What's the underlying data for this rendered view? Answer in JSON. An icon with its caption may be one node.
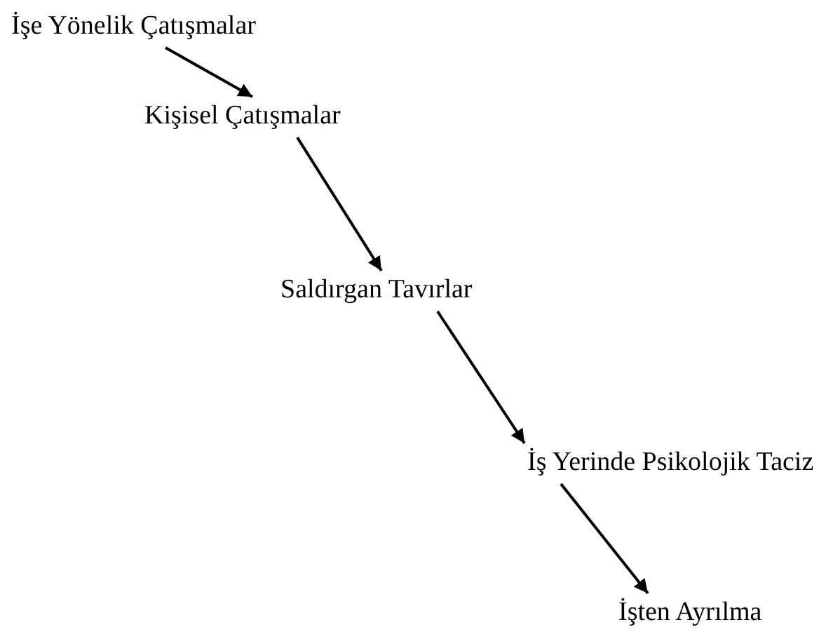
{
  "diagram": {
    "nodes": [
      {
        "text": [
          "İşe Yönelik Çatışmalar"
        ]
      },
      {
        "text": [
          "Kişisel Çatışmalar"
        ]
      },
      {
        "text": [
          "Saldırgan Tavırlar"
        ]
      },
      {
        "text": [
          "İş Yerinde Psikolojik Taciz"
        ]
      },
      {
        "text": [
          "İşten Ayrılma"
        ]
      }
    ],
    "edges": [
      {
        "from": 0,
        "to": 1,
        "arrow": "to"
      },
      {
        "from": 1,
        "to": 2,
        "arrow": "to"
      },
      {
        "from": 2,
        "to": 3,
        "arrow": "to"
      },
      {
        "from": 3,
        "to": 4,
        "arrow": "to"
      }
    ]
  }
}
